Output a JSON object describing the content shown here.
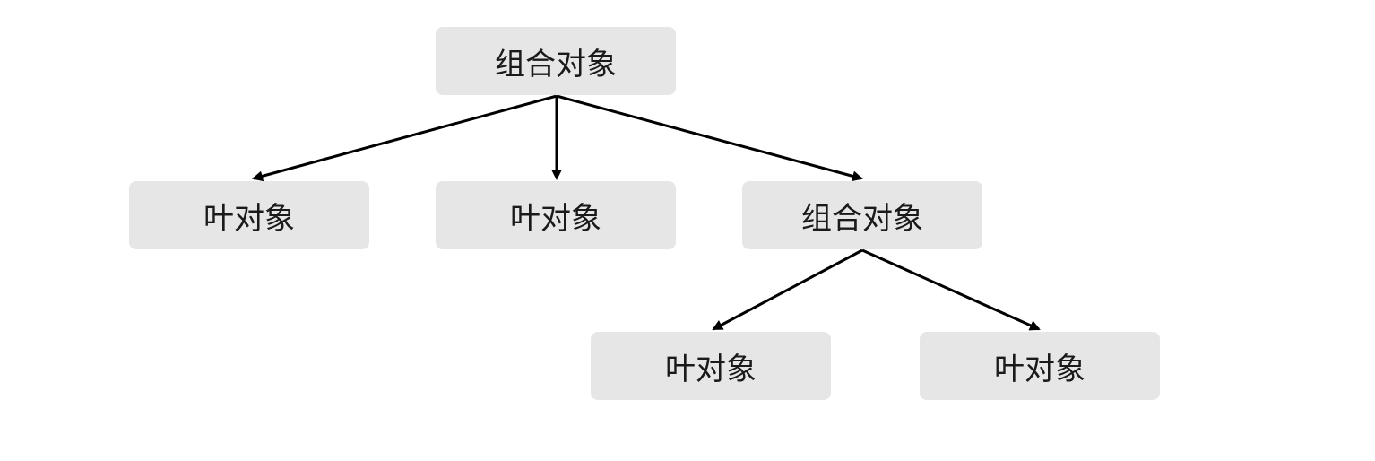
{
  "nodes": {
    "root": {
      "label": "组合对象"
    },
    "leaf_1": {
      "label": "叶对象"
    },
    "leaf_2": {
      "label": "叶对象"
    },
    "composite_2": {
      "label": "组合对象"
    },
    "leaf_3": {
      "label": "叶对象"
    },
    "leaf_4": {
      "label": "叶对象"
    }
  },
  "edges": [
    {
      "from": "root",
      "to": "leaf_1"
    },
    {
      "from": "root",
      "to": "leaf_2"
    },
    {
      "from": "root",
      "to": "composite_2"
    },
    {
      "from": "composite_2",
      "to": "leaf_3"
    },
    {
      "from": "composite_2",
      "to": "leaf_4"
    }
  ],
  "colors": {
    "node_fill": "#e6e6e6",
    "text": "#1a1a1a",
    "edge": "#000000"
  }
}
